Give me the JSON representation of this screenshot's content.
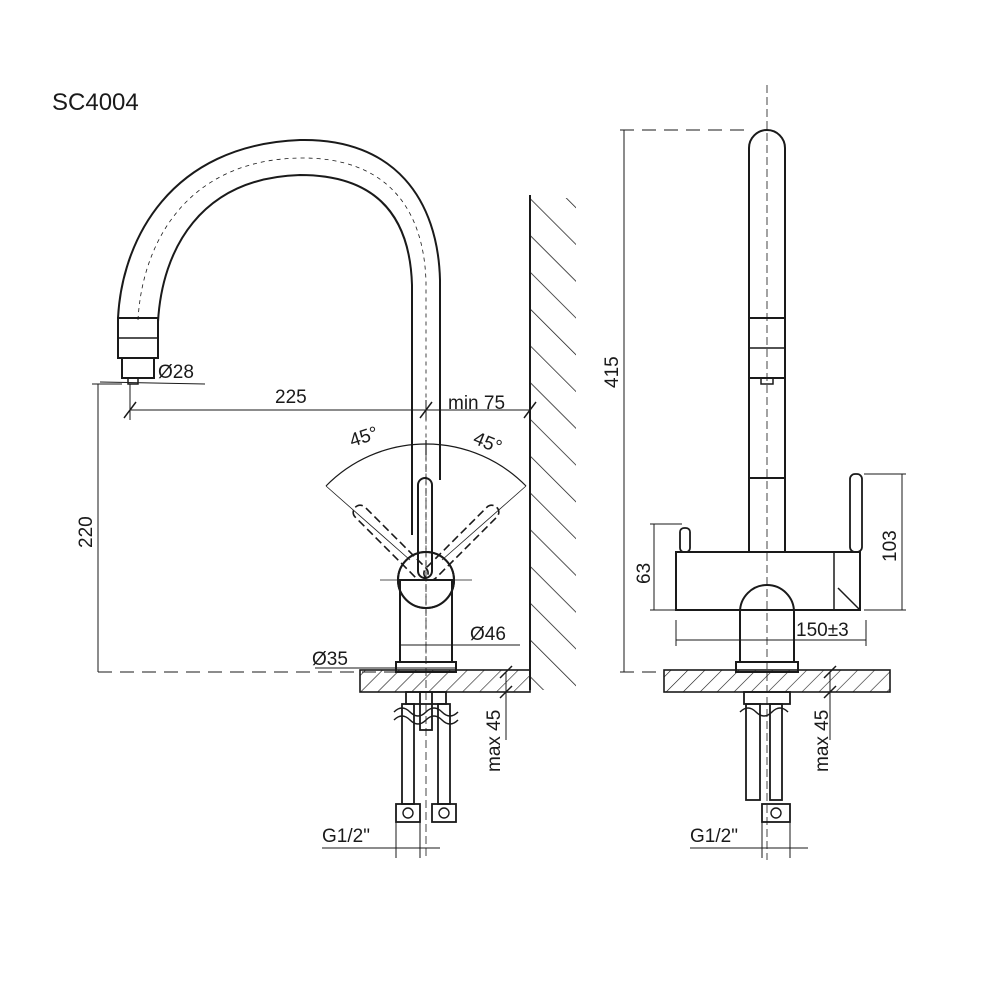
{
  "model": "SC4004",
  "side_view": {
    "reach": "225",
    "wall_clearance": "min 75",
    "swivel_left": "45°",
    "swivel_right": "45°",
    "spout_diameter": "Ø28",
    "spout_height": "220",
    "body_diameter": "Ø46",
    "base_diameter": "Ø35",
    "max_deck_thickness": "max 45",
    "connection": "G1/2\""
  },
  "front_view": {
    "total_height": "415",
    "handle_height": "103",
    "body_height": "63",
    "handle_spacing": "150±3",
    "max_deck_thickness": "max 45",
    "connection": "G1/2\""
  }
}
